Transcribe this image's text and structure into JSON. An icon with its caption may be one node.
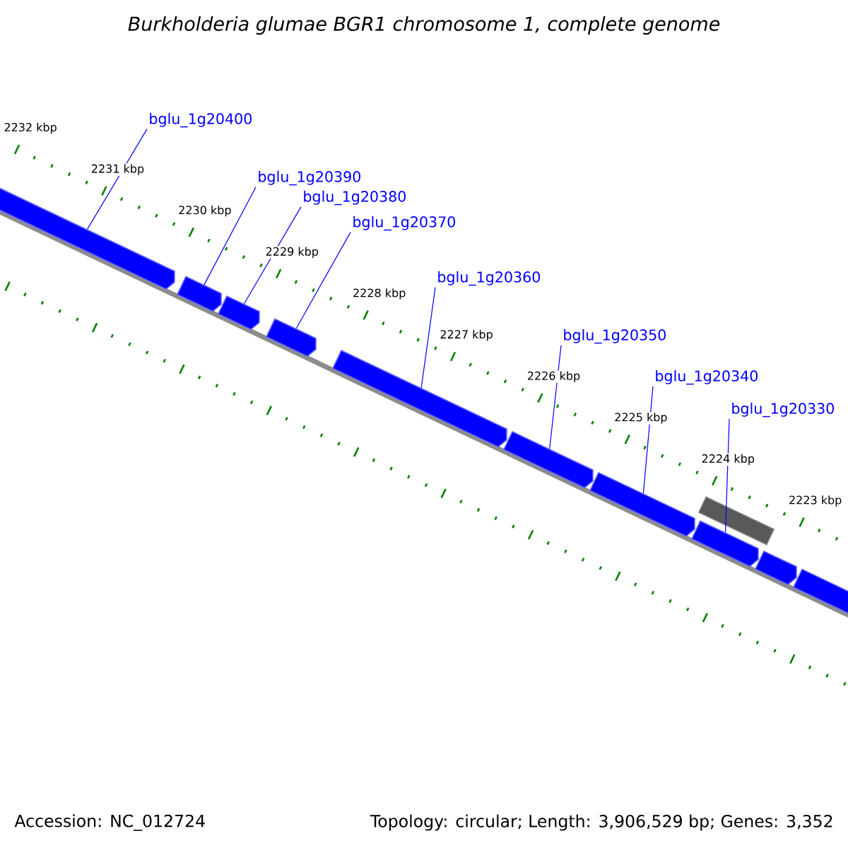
{
  "diagram": {
    "title": "Burkholderia glumae BGR1 chromosome 1, complete genome",
    "nodes": [
      {
        "text": [
          "bglu_1g20400"
        ]
      },
      {
        "text": [
          "bglu_1g20390"
        ]
      },
      {
        "text": [
          "bglu_1g20380"
        ]
      },
      {
        "text": [
          "bglu_1g20370"
        ]
      },
      {
        "text": [
          "bglu_1g20360"
        ]
      },
      {
        "text": [
          "bglu_1g20350"
        ]
      },
      {
        "text": [
          "bglu_1g20340"
        ]
      },
      {
        "text": [
          "bglu_1g20330"
        ]
      },
      {
        "text": [],
        "shape": "arrow"
      },
      {
        "text": [],
        "shape": "arrow"
      },
      {
        "text": [],
        "shape": "arrow"
      },
      {
        "text": [],
        "shape": "arrow"
      },
      {
        "text": [],
        "shape": "arrow"
      },
      {
        "text": [],
        "shape": "arrow"
      },
      {
        "text": [],
        "shape": "arrow"
      },
      {
        "text": [],
        "shape": "arrow"
      },
      {
        "text": [],
        "shape": "box"
      },
      {
        "text": [],
        "shape": "arrow"
      },
      {
        "text": [],
        "shape": "arrow"
      }
    ],
    "edges": [
      {
        "from": 0,
        "to": 8,
        "arrow": "none"
      },
      {
        "from": 1,
        "to": 9,
        "arrow": "none"
      },
      {
        "from": 2,
        "to": 10,
        "arrow": "none"
      },
      {
        "from": 3,
        "to": 11,
        "arrow": "none"
      },
      {
        "from": 4,
        "to": 12,
        "arrow": "none"
      },
      {
        "from": 5,
        "to": 13,
        "arrow": "none"
      },
      {
        "from": 6,
        "to": 14,
        "arrow": "none"
      },
      {
        "from": 7,
        "to": 15,
        "arrow": "none"
      }
    ],
    "labels": [
      "2232 kbp",
      "2231 kbp",
      "2230 kbp",
      "2229 kbp",
      "2228 kbp",
      "2227 kbp",
      "2226 kbp",
      "2225 kbp",
      "2224 kbp",
      "2223 kbp",
      "Accession: NC_012724",
      "Topology: circular; Length: 3,906,529 bp; Genes: 3,352"
    ]
  }
}
